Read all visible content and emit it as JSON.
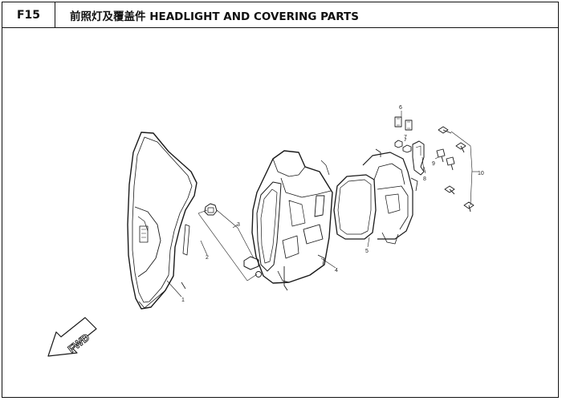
{
  "header": {
    "code": "F15",
    "title": "前照灯及覆盖件 HEADLIGHT AND COVERING PARTS"
  },
  "diagram": {
    "direction_label": "FWD",
    "callouts": [
      "1",
      "2",
      "3",
      "4",
      "5",
      "6",
      "7",
      "8",
      "9",
      "10"
    ]
  }
}
